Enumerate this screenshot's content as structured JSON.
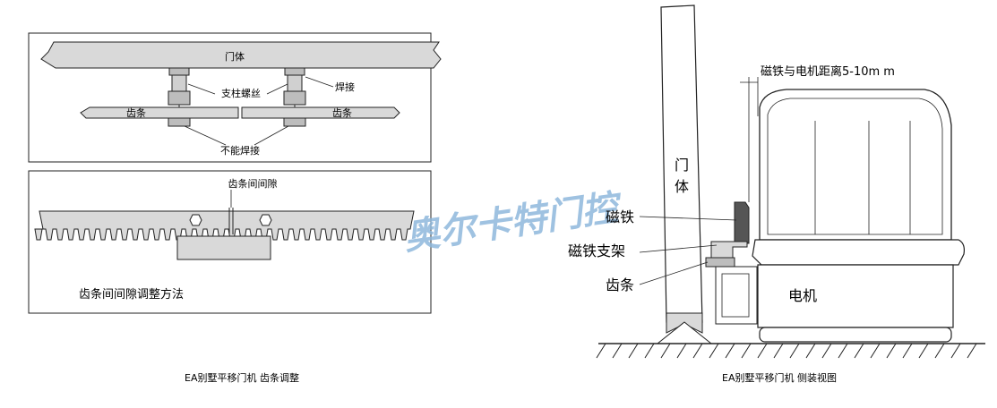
{
  "left_top": {
    "door_label": "门体",
    "post_screw_label": "支柱螺丝",
    "weld_label": "焊接",
    "rack_left_label": "齿条",
    "rack_right_label": "齿条",
    "no_weld_label": "不能焊接"
  },
  "left_bottom": {
    "gap_label": "齿条间间隙",
    "method_title": "齿条间间隙调整方法"
  },
  "captions": {
    "left": "EA别墅平移门机 齿条调整",
    "right": "EA别墅平移门机 侧装视图"
  },
  "right": {
    "distance_label": "磁铁与电机距离5-10m m",
    "door_label_1": "门",
    "door_label_2": "体",
    "magnet_label": "磁铁",
    "bracket_label": "磁铁支架",
    "rack_label": "齿条",
    "motor_label": "电机"
  },
  "watermark": "奥尔卡特门控",
  "colors": {
    "line": "#222222",
    "fill_light": "#d9d9d9",
    "fill_mid": "#bdbdbd",
    "watermark": "#8fb8dc"
  }
}
